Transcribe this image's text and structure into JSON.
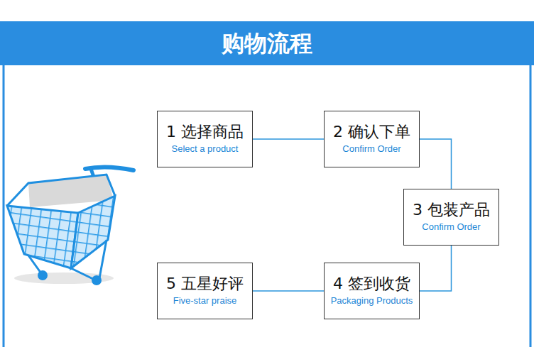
{
  "diagram": {
    "title": "购物流程",
    "nodes": [
      {
        "text": [
          "1 选择商品",
          "Select a product"
        ]
      },
      {
        "text": [
          "2 确认下单",
          "Confirm Order"
        ]
      },
      {
        "text": [
          "3 包装产品",
          "Confirm Order"
        ]
      },
      {
        "text": [
          "4 签到收货",
          "Packaging Products"
        ]
      },
      {
        "text": [
          "5 五星好评",
          "Five-star praise"
        ]
      }
    ],
    "edges": [
      {
        "from": 0,
        "to": 1,
        "arrow": "none"
      },
      {
        "from": 1,
        "to": 2,
        "arrow": "none"
      },
      {
        "from": 2,
        "to": 3,
        "arrow": "none"
      },
      {
        "from": 3,
        "to": 4,
        "arrow": "none"
      }
    ]
  }
}
